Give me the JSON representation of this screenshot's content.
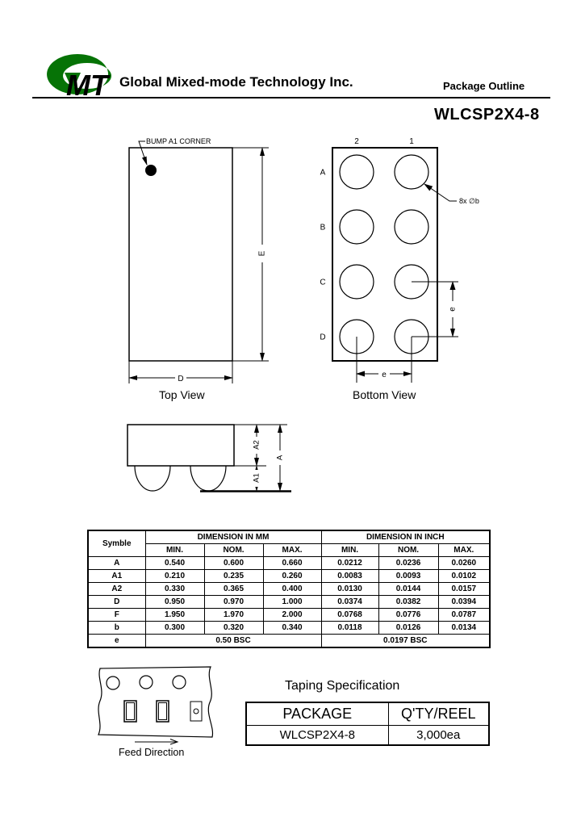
{
  "header": {
    "company": "Global Mixed-mode Technology Inc.",
    "doc_label": "Package Outline",
    "logo": {
      "letters": "MT",
      "green": "#067306",
      "red": "#ff2600"
    }
  },
  "part_number": "WLCSP2X4-8",
  "top_view": {
    "caption": "Top View",
    "bump_callout": "BUMP A1 CORNER",
    "width_dim": "D",
    "height_dim": "E"
  },
  "bottom_view": {
    "caption": "Bottom View",
    "column_labels": [
      "2",
      "1"
    ],
    "row_labels": [
      "A",
      "B",
      "C",
      "D"
    ],
    "ball_callout": "8x ∅b",
    "pitch_vertical": "e",
    "pitch_horizontal": "e"
  },
  "side_view": {
    "body_height_dim": "A2",
    "bump_height_dim": "A1",
    "total_height_dim": "A"
  },
  "dimension_table": {
    "symbol_header": "Symble",
    "mm_header": "DIMENSION IN MM",
    "inch_header": "DIMENSION IN INCH",
    "min_header": "MIN.",
    "nom_header": "NOM.",
    "max_header": "MAX.",
    "rows": [
      {
        "symbol": "A",
        "mm": [
          "0.540",
          "0.600",
          "0.660"
        ],
        "inch": [
          "0.0212",
          "0.0236",
          "0.0260"
        ]
      },
      {
        "symbol": "A1",
        "mm": [
          "0.210",
          "0.235",
          "0.260"
        ],
        "inch": [
          "0.0083",
          "0.0093",
          "0.0102"
        ]
      },
      {
        "symbol": "A2",
        "mm": [
          "0.330",
          "0.365",
          "0.400"
        ],
        "inch": [
          "0.0130",
          "0.0144",
          "0.0157"
        ]
      },
      {
        "symbol": "D",
        "mm": [
          "0.950",
          "0.970",
          "1.000"
        ],
        "inch": [
          "0.0374",
          "0.0382",
          "0.0394"
        ]
      },
      {
        "symbol": "F",
        "mm": [
          "1.950",
          "1.970",
          "2.000"
        ],
        "inch": [
          "0.0768",
          "0.0776",
          "0.0787"
        ]
      },
      {
        "symbol": "b",
        "mm": [
          "0.300",
          "0.320",
          "0.340"
        ],
        "inch": [
          "0.0118",
          "0.0126",
          "0.0134"
        ]
      }
    ],
    "pitch_row": {
      "symbol": "e",
      "mm": "0.50 BSC",
      "inch": "0.0197 BSC"
    }
  },
  "taping": {
    "title": "Taping Specification",
    "package_header": "PACKAGE",
    "qty_header": "Q'TY/REEL",
    "package_value": "WLCSP2X4-8",
    "qty_value": "3,000ea",
    "feed_label": "Feed Direction"
  }
}
